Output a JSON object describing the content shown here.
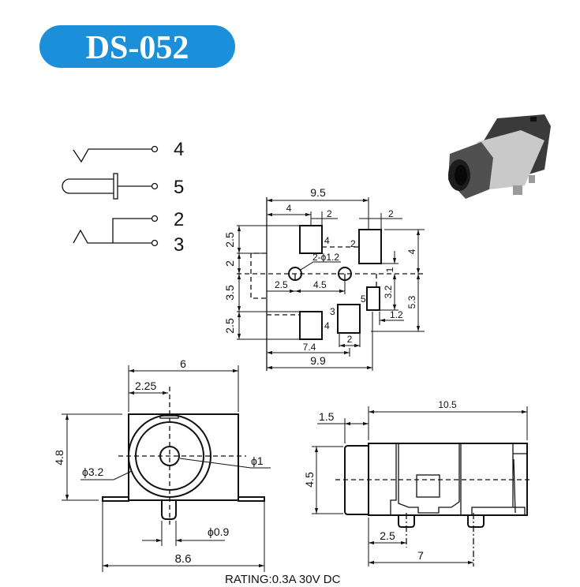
{
  "title": "DS-052",
  "colors": {
    "title_bg": "#1b8fd9",
    "title_text": "#ffffff"
  },
  "schematic": {
    "pins": [
      "4",
      "5",
      "2",
      "3"
    ]
  },
  "footprint": {
    "dims": {
      "overall_top": "9.5",
      "pad_offset": "4",
      "pad_w_left": "2",
      "pad_w_right": "2",
      "left_a": "2.5",
      "left_b": "2",
      "left_c": "3.5",
      "left_d": "2.5",
      "holes": "2-ϕ1.2",
      "hole_offset": "2.5",
      "hole_pitch": "4.5",
      "right_top": "4",
      "right_bottom": "5.3",
      "small_1": "1",
      "small_32": "3.2",
      "small_12": "1.2",
      "pad3_w": "2",
      "bottom_74": "7.4",
      "bottom_99": "9.9"
    },
    "pad_labels": {
      "top_left": "4",
      "top_right": "2",
      "bottom_left": "4",
      "mid": "3",
      "small": "5"
    }
  },
  "front_view": {
    "width": "6",
    "center_offset": "2.25",
    "height": "4.8",
    "outer_dia": "ϕ3.2",
    "pin_hole_dia": "ϕ1",
    "pin_dia": "ϕ0.9",
    "flange_width": "8.6"
  },
  "side_view": {
    "length": "10.5",
    "nose": "1.5",
    "height": "4.5",
    "pin1_offset": "2.5",
    "pin2_offset": "7"
  },
  "rating": "RATING:0.3A 30V DC"
}
